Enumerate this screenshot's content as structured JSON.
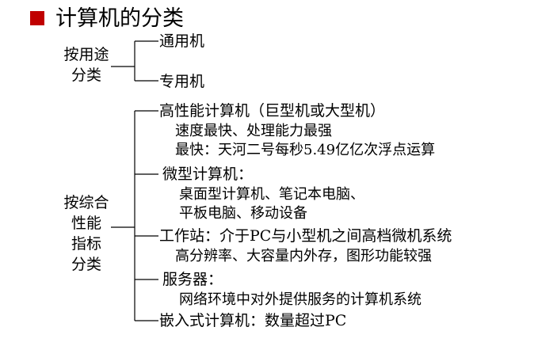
{
  "title": "计算机的分类",
  "colors": {
    "bullet": "#c00000",
    "text": "#000000"
  },
  "groups": [
    {
      "label_lines": [
        "按用途",
        "分类"
      ],
      "items": [
        {
          "text": "通用机",
          "details": []
        },
        {
          "text": "专用机",
          "details": []
        }
      ]
    },
    {
      "label_lines": [
        "按综合",
        "性能",
        "指标",
        "分类"
      ],
      "items": [
        {
          "text": "高性能计算机（巨型机或大型机）",
          "details": [
            "速度最快、处理能力最强",
            "最快：天河二号每秒5.49亿亿次浮点运算"
          ]
        },
        {
          "text": "微型计算机：",
          "details": [
            "桌面型计算机、笔记本电脑、",
            "平板电脑、移动设备"
          ]
        },
        {
          "text": "工作站：介于PC与小型机之间高档微机系统",
          "details": [
            "高分辨率、大容量内外存，图形功能较强"
          ]
        },
        {
          "text": "服务器：",
          "details": [
            "网络环境中对外提供服务的计算机系统"
          ]
        },
        {
          "text": "嵌入式计算机：数量超过PC",
          "details": []
        }
      ]
    }
  ]
}
